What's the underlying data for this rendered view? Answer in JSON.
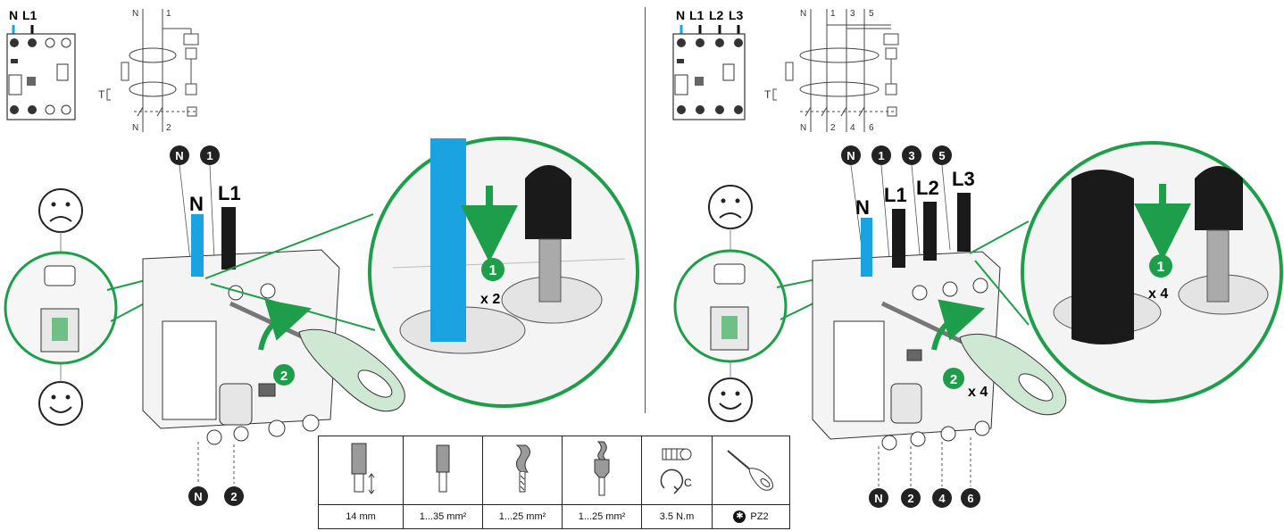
{
  "left": {
    "module_labels": [
      "N",
      "L1"
    ],
    "schematic_top_labels": [
      "N",
      "1"
    ],
    "schematic_bottom_labels": [
      "N",
      "2"
    ],
    "test_label": "T",
    "terminal_top_badges": [
      "N",
      "1"
    ],
    "wire_labels": [
      "N",
      "L1"
    ],
    "zoom_step1": "1",
    "zoom_multiplier": "x 2",
    "step2": "2",
    "bottom_badges": [
      "N",
      "2"
    ]
  },
  "right": {
    "module_labels": [
      "N",
      "L1",
      "L2",
      "L3"
    ],
    "schematic_top_labels": [
      "N",
      "1",
      "3",
      "5"
    ],
    "schematic_bottom_labels": [
      "N",
      "2",
      "4",
      "6"
    ],
    "test_label": "T",
    "terminal_top_badges": [
      "N",
      "1",
      "3",
      "5"
    ],
    "wire_labels": [
      "N",
      "L1",
      "L2",
      "L3"
    ],
    "zoom_step1": "1",
    "zoom_multiplier": "x 4",
    "step2": "2",
    "step2_multiplier": "x 4",
    "bottom_badges": [
      "N",
      "2",
      "4",
      "6"
    ]
  },
  "specs": {
    "strip_length": "14 mm",
    "rigid_section": "1...35 mm²",
    "flexible_section": "1...25 mm²",
    "ferrule_section": "1...25 mm²",
    "torque_icon_label": "C",
    "torque": "3.5 N.m",
    "screwdriver": "PZ2"
  },
  "colors": {
    "neutral_wire": "#1aa3e0",
    "phase_wire": "#1a1a1a",
    "accent_green": "#1e9e4a",
    "handle_green": "#cfe8d3"
  },
  "icons": [
    "sad-face-icon",
    "smiley-face-icon",
    "press-arrow-icon",
    "rotate-arrow-icon",
    "screw-icon",
    "screwdriver-icon",
    "pozidriv-icon"
  ]
}
